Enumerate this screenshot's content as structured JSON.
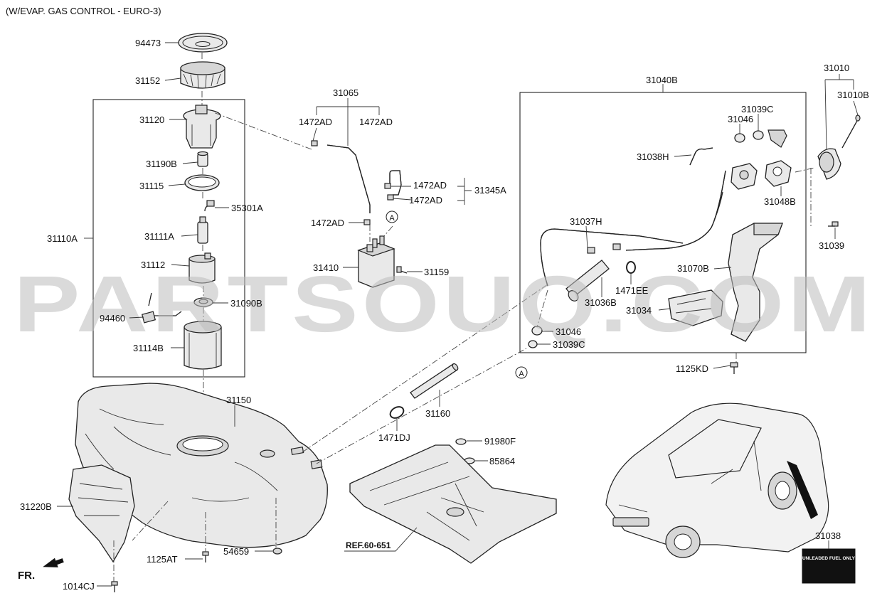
{
  "title": "(W/EVAP. GAS CONTROL - EURO-3)",
  "watermark": "PARTSOUQ.COM",
  "front_marker": "FR.",
  "ref_label": "REF.60-651",
  "circle_marker": "A",
  "warning_label": {
    "line1": "UNLEADED FUEL ONLY"
  },
  "labels": {
    "94473": "94473",
    "31152": "31152",
    "31120": "31120",
    "31190B": "31190B",
    "31115": "31115",
    "35301A": "35301A",
    "31110A": "31110A",
    "31111A": "31111A",
    "31112": "31112",
    "31090B": "31090B",
    "94460": "94460",
    "31114B": "31114B",
    "31150": "31150",
    "31220B": "31220B",
    "1125AT": "1125AT",
    "54659": "54659",
    "1014CJ": "1014CJ",
    "31065": "31065",
    "1472AD_a": "1472AD",
    "1472AD_b": "1472AD",
    "1472AD_c": "1472AD",
    "1472AD_d": "1472AD",
    "1472AD_e": "1472AD",
    "31345A": "31345A",
    "31410": "31410",
    "31159": "31159",
    "31160": "31160",
    "1471DJ": "1471DJ",
    "91980F": "91980F",
    "85864": "85864",
    "31040B": "31040B",
    "31046_a": "31046",
    "31039C_a": "31039C",
    "31038H": "31038H",
    "31048B": "31048B",
    "31037H": "31037H",
    "1471EE": "1471EE",
    "31036B": "31036B",
    "31070B": "31070B",
    "31034": "31034",
    "31046_b": "31046",
    "31039C_b": "31039C",
    "1125KD": "1125KD",
    "31010": "31010",
    "31010B": "31010B",
    "31039": "31039",
    "31038": "31038"
  }
}
